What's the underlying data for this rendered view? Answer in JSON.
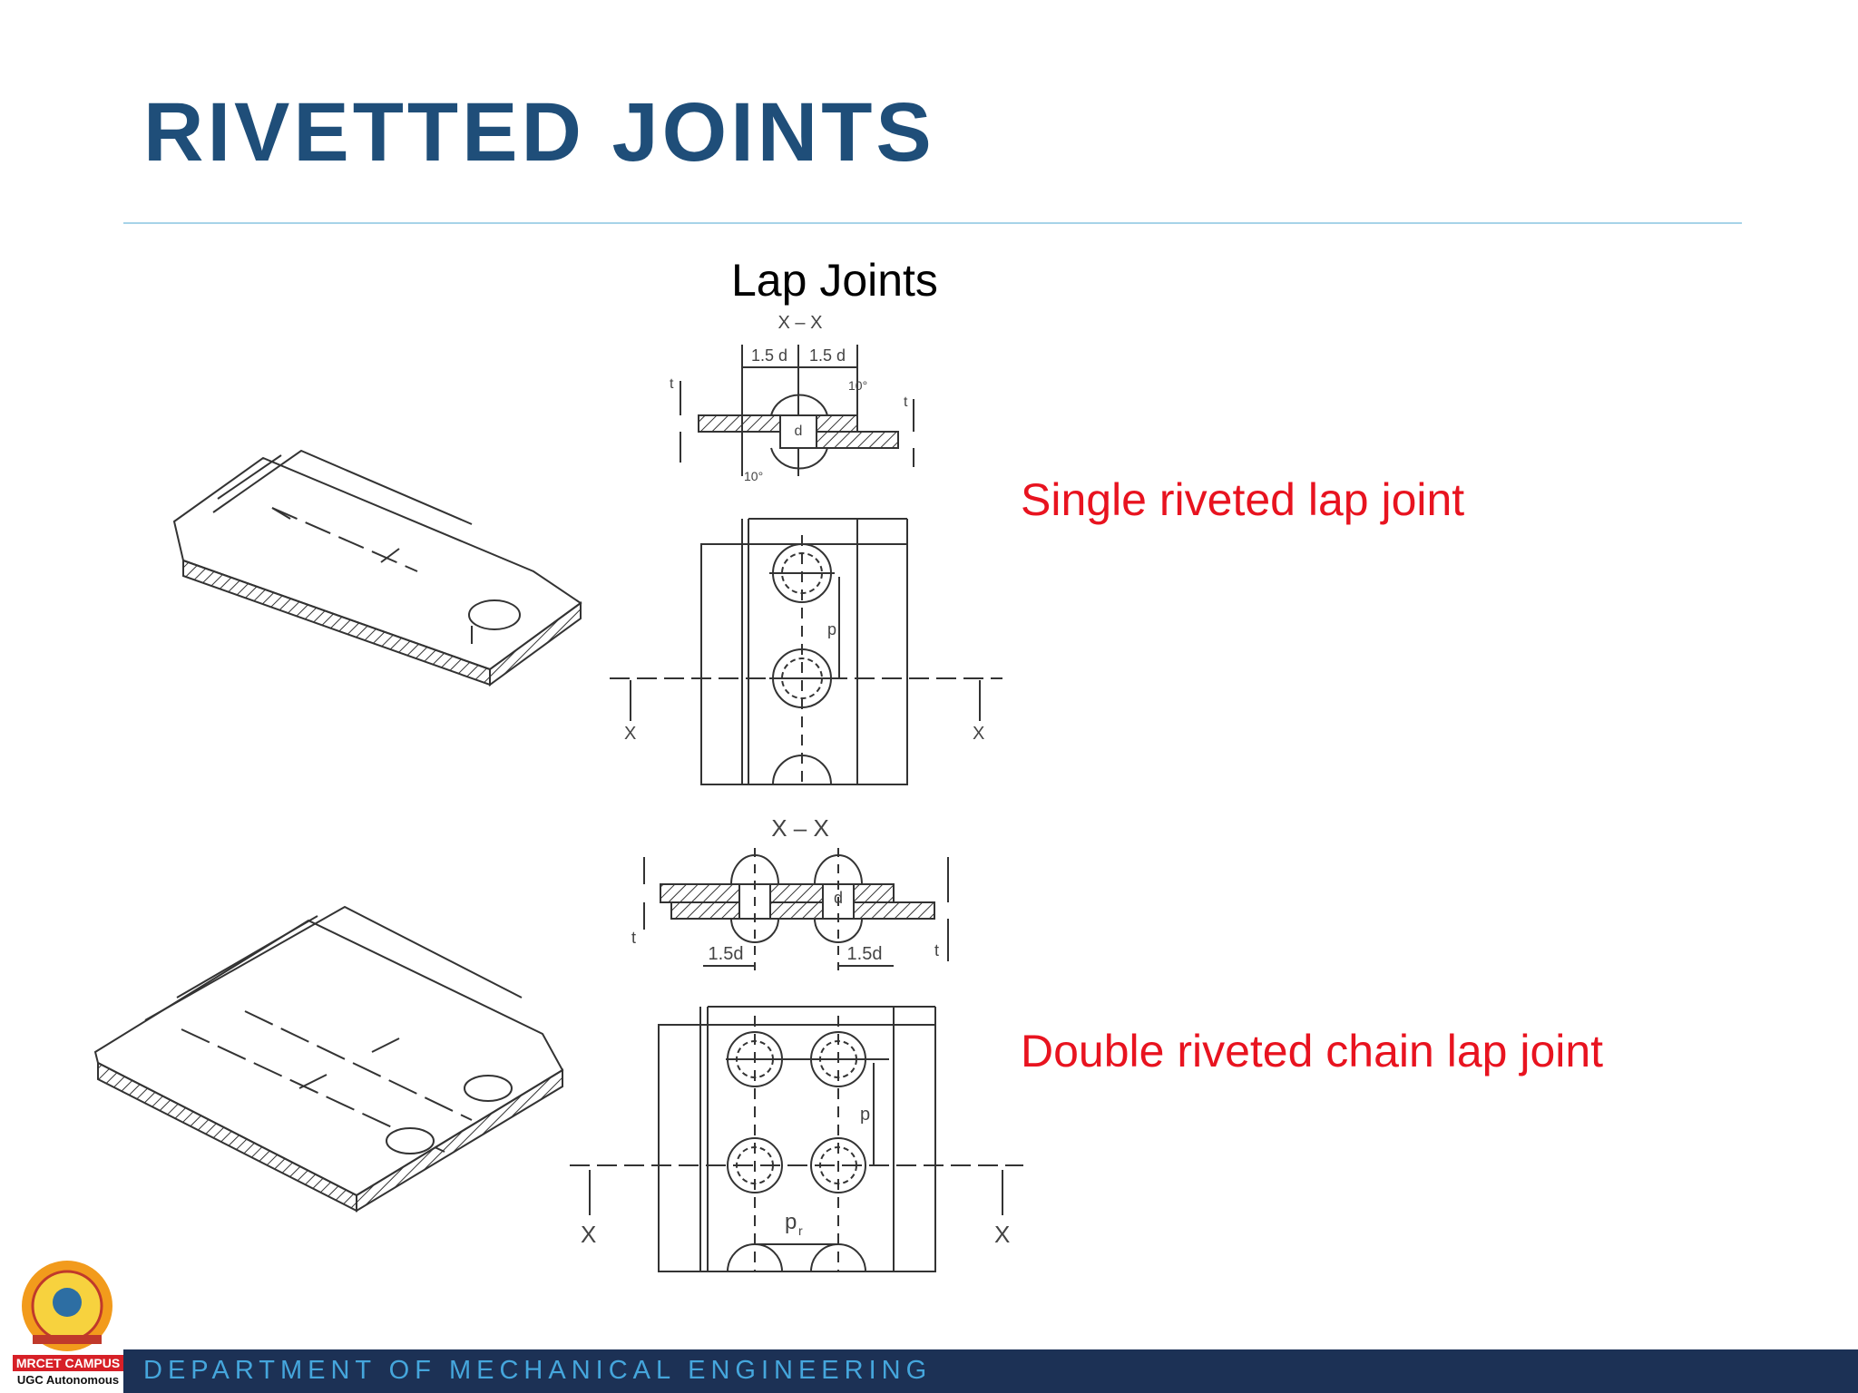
{
  "slide": {
    "title": "RIVETTED JOINTS",
    "subtitle": "Lap Joints",
    "captions": {
      "single": "Single riveted lap joint",
      "double": "Double riveted chain lap joint"
    }
  },
  "figure_labels": {
    "section": "X – X",
    "margin_single": "1.5 d",
    "margin_double": "1.5d",
    "thickness": "t",
    "diameter": "d",
    "pitch": "p",
    "row_pitch": "p",
    "row_pitch_sub": "r",
    "section_mark": "X",
    "angle": "10°"
  },
  "footer": {
    "department": "DEPARTMENT OF MECHANICAL ENGINEERING",
    "logo_campus": "MRCET CAMPUS",
    "logo_status": "UGC Autonomous"
  },
  "colors": {
    "title": "#1f4e79",
    "caption": "#e8131f",
    "footer_bar": "#1c3155",
    "footer_text": "#45a6dc",
    "rule": "#a6d3e8"
  }
}
